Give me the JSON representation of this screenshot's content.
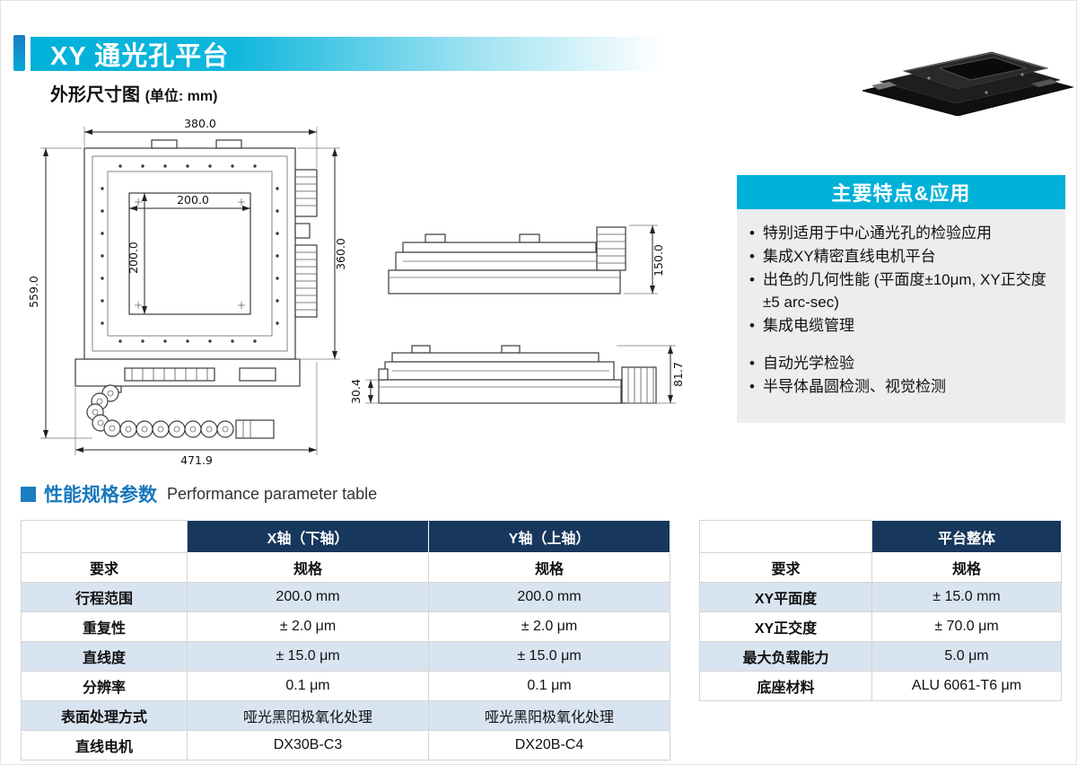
{
  "header": {
    "title": "XY 通光孔平台"
  },
  "drawing": {
    "caption": "外形尺寸图",
    "caption_unit": "(单位: mm)",
    "dims": {
      "front_width": "380.0",
      "aperture_width": "200.0",
      "aperture_height": "200.0",
      "front_right_height": "360.0",
      "front_total_height": "559.0",
      "front_total_width": "471.9",
      "side_top_height": "150.0",
      "side_bottom_height": "81.7",
      "side_bottom_base": "30.4"
    }
  },
  "features": {
    "title": "主要特点&应用",
    "group1": [
      "特别适用于中心通光孔的检验应用",
      "集成XY精密直线电机平台",
      "出色的几何性能 (平面度±10μm, XY正交度±5 arc-sec)",
      "集成电缆管理"
    ],
    "group2": [
      "自动光学检验",
      "半导体晶圆检测、视觉检测"
    ]
  },
  "section": {
    "title_cn": "性能规格参数",
    "title_en": "Performance parameter table"
  },
  "table1": {
    "col_headers": [
      "X轴（下轴）",
      "Y轴（上轴）"
    ],
    "subheader": {
      "label": "要求",
      "x": "规格",
      "y": "规格"
    },
    "rows": [
      {
        "label": "行程范围",
        "x": "200.0 mm",
        "y": "200.0 mm"
      },
      {
        "label": "重复性",
        "x": "± 2.0 μm",
        "y": "± 2.0 μm"
      },
      {
        "label": "直线度",
        "x": "± 15.0 μm",
        "y": "± 15.0 μm"
      },
      {
        "label": "分辨率",
        "x": "0.1 μm",
        "y": "0.1 μm"
      },
      {
        "label": "表面处理方式",
        "x": "哑光黑阳极氧化处理",
        "y": "哑光黑阳极氧化处理"
      },
      {
        "label": "直线电机",
        "x": "DX30B-C3",
        "y": "DX20B-C4"
      }
    ]
  },
  "table2": {
    "col_header": "平台整体",
    "subheader": {
      "label": "要求",
      "value": "规格"
    },
    "rows": [
      {
        "label": "XY平面度",
        "value": "± 15.0 mm"
      },
      {
        "label": "XY正交度",
        "value": "± 70.0 μm"
      },
      {
        "label": "最大负载能力",
        "value": "5.0 μm"
      },
      {
        "label": "底座材料",
        "value": "ALU 6061-T6 μm"
      }
    ]
  },
  "colors": {
    "accent_cyan": "#00b1d8",
    "accent_blue": "#1b7ec2",
    "table_header_navy": "#17375d",
    "table_row_alt": "#d9e4f1"
  }
}
